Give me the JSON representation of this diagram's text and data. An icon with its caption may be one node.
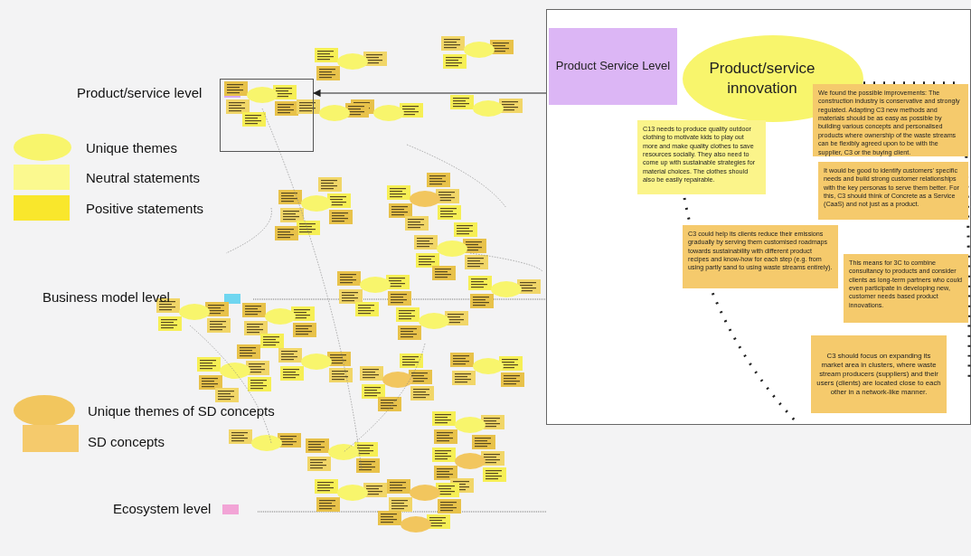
{
  "diagram": {
    "nodes": [
      {
        "text": [],
        "shape": "box"
      },
      {
        "text": [],
        "shape": "box"
      },
      {
        "text": [
          "Product Service Level"
        ],
        "in": 1
      },
      {
        "text": [
          "Product/service innovation"
        ],
        "in": 1
      },
      {
        "text": [
          "C13 needs to produce quality outdoor clothing to motivate kids to play out more and make quality clothes to save resources socially. They also need to come up with sustainable strategies for material choices. The clothes should also be easily repairable."
        ],
        "in": 1
      },
      {
        "text": [
          "We found the possible improvements: The construction industry is conservative and strongly regulated. Adapting C3 new methods and materials should be as easy as possible by building various concepts and personalised products where ownership of the waste streams can be flexibly agreed upon to be with the supplier, C3 or the buying client."
        ],
        "in": 1
      },
      {
        "text": [
          "It would be good to identify customers' specific needs and build strong customer relationships with the key personas to serve them better. For this, C3 should think of Concrete as a Service (CaaS) and not just as a product."
        ],
        "in": 1
      },
      {
        "text": [
          "C3 could help its clients reduce their emissions gradually by serving them customised roadmaps towards sustainability with different product recipes and know-how for each step (e.g. from using partly sand to using waste streams entirely)."
        ],
        "in": 1
      },
      {
        "text": [
          "This means for 3C to combine consultancy to products and consider clients as long-term partners who could even participate in developing new, customer needs based product innovations."
        ],
        "in": 1
      },
      {
        "text": [
          "C3 should focus on expanding its market area in clusters, where waste stream producers (suppliers) and their users (clients) are located close to each other in a network-like manner."
        ],
        "in": 1
      }
    ],
    "edges": [
      {
        "from": 1,
        "to": 0,
        "arrow": "to"
      },
      {
        "from": 3,
        "to": null,
        "arrow": "none",
        "style": "dashed"
      },
      {
        "from": 4,
        "to": null,
        "arrow": "none",
        "style": "dashed"
      }
    ],
    "labels": [
      "Product/service level",
      "Business model level",
      "Ecosystem level"
    ],
    "legend": [
      {
        "text": "Unique themes",
        "color": "#f8f56c"
      },
      {
        "text": "Neutral statements",
        "color": "#fbf98f"
      },
      {
        "text": "Positive statements",
        "color": "#f9e72c"
      },
      {
        "text": "Unique themes of SD concepts",
        "color": "#f2c65e"
      },
      {
        "text": "SD concepts",
        "color": "#f5ca6c"
      }
    ]
  }
}
